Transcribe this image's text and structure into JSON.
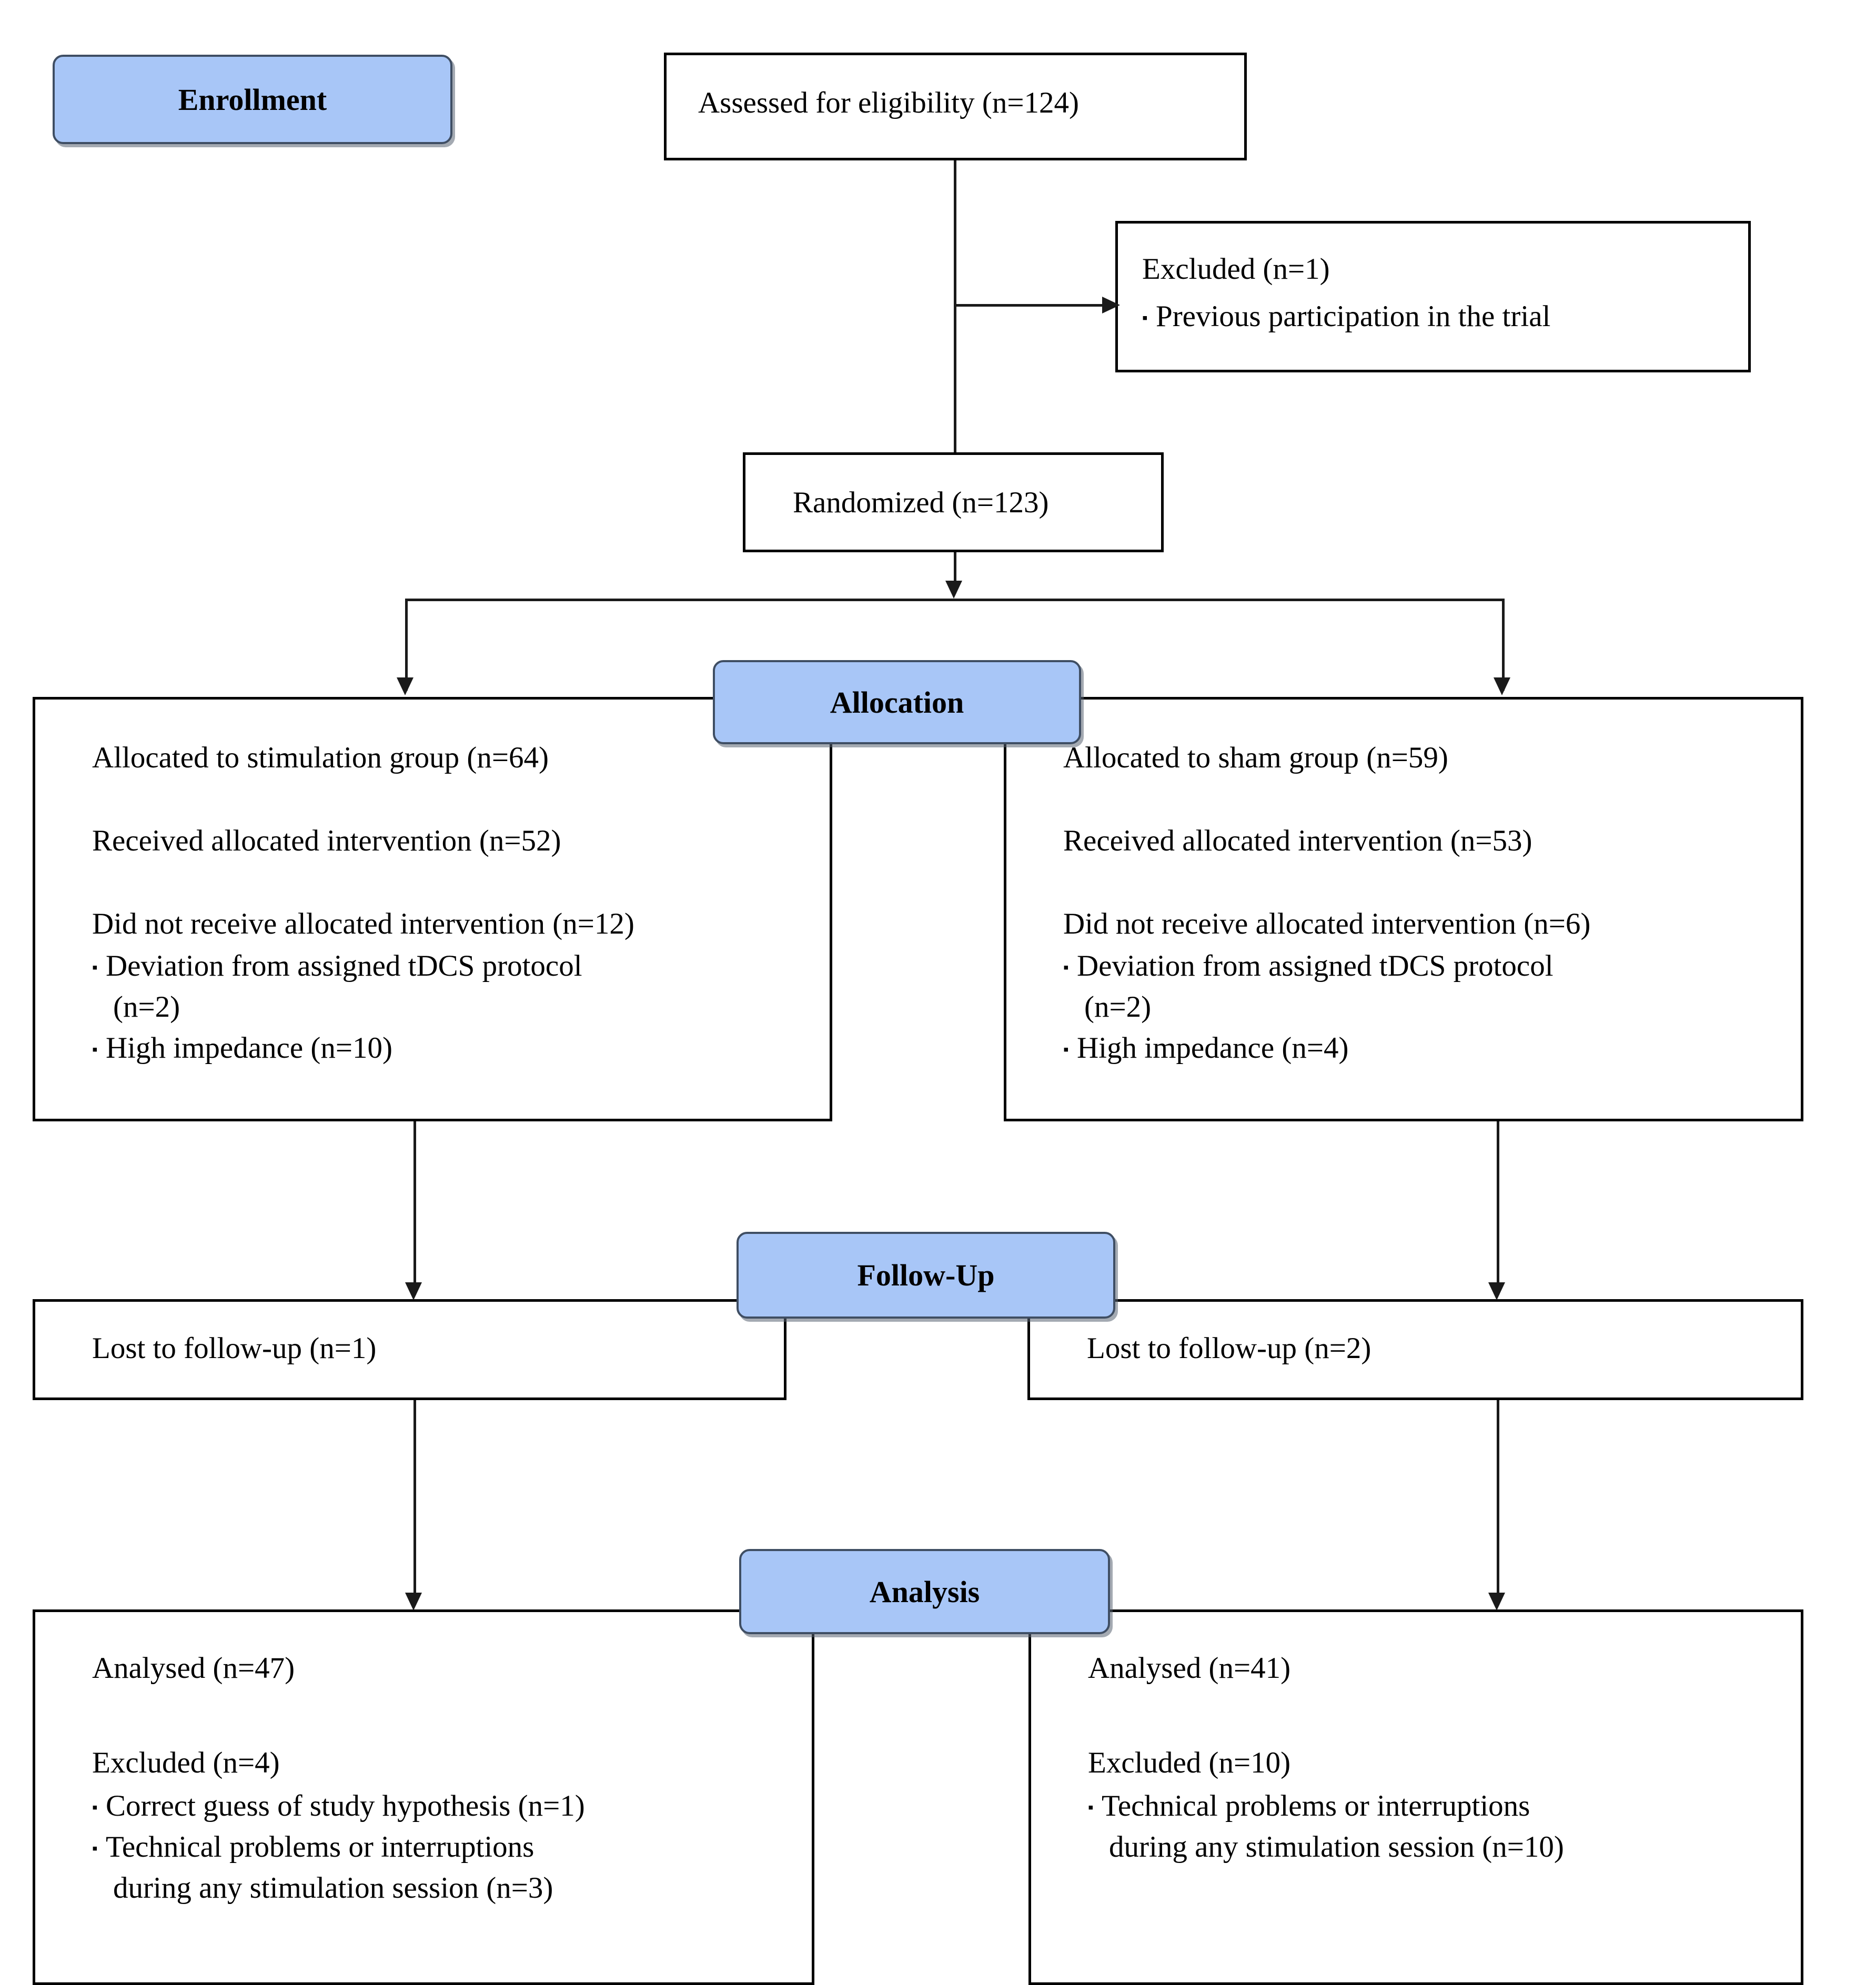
{
  "diagram": {
    "title": "CONSORT participant flow diagram",
    "type": "consort-flow",
    "accent_color": "#a8c6f7",
    "border_color": "#3f4e63",
    "line_color": "#1a1a1a"
  },
  "stages": {
    "enrollment": "Enrollment",
    "allocation": "Allocation",
    "followup": "Follow-Up",
    "analysis": "Analysis"
  },
  "enrollment": {
    "assessed": "Assessed for eligibility (n=124)",
    "excluded_title": "Excluded (n=1)",
    "excluded_reasons": [
      "Previous participation in the trial"
    ],
    "randomized": "Randomized (n=123)"
  },
  "allocation": {
    "left": {
      "allocated": "Allocated to stimulation group (n=64)",
      "received": "Received allocated intervention (n=52)",
      "not_received": "Did not receive allocated intervention (n=12)",
      "reasons": [
        {
          "line1": "Deviation from assigned tDCS protocol",
          "line2": "(n=2)"
        },
        {
          "line1": "High impedance (n=10)",
          "line2": ""
        }
      ]
    },
    "right": {
      "allocated": "Allocated to sham group (n=59)",
      "received": "Received allocated intervention (n=53)",
      "not_received": "Did not receive allocated intervention (n=6)",
      "reasons": [
        {
          "line1": "Deviation from assigned tDCS protocol",
          "line2": "(n=2)"
        },
        {
          "line1": "High impedance (n=4)",
          "line2": ""
        }
      ]
    }
  },
  "followup": {
    "left": {
      "lost": "Lost to follow-up (n=1)"
    },
    "right": {
      "lost": "Lost to follow-up (n=2)"
    }
  },
  "analysis": {
    "left": {
      "analysed": "Analysed (n=47)",
      "excluded_title": "Excluded (n=4)",
      "reasons": [
        {
          "line1": "Correct guess of study hypothesis (n=1)",
          "line2": ""
        },
        {
          "line1": "Technical problems or interruptions",
          "line2": "during any stimulation session (n=3)"
        }
      ]
    },
    "right": {
      "analysed": "Analysed (n=41)",
      "excluded_title": "Excluded (n=10)",
      "reasons": [
        {
          "line1": "Technical problems or interruptions",
          "line2": "during any stimulation session (n=10)"
        }
      ]
    }
  }
}
